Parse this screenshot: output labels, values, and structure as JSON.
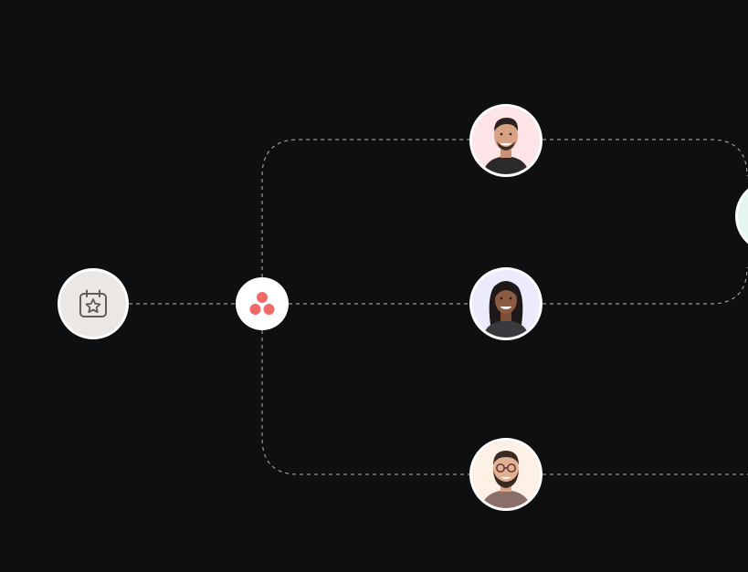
{
  "diagram": {
    "type": "workflow-flow",
    "nodes": [
      {
        "id": "calendar",
        "icon": "calendar-star-icon",
        "color": "#eae7e4"
      },
      {
        "id": "hub",
        "icon": "three-dots-logo-icon",
        "color": "#f06a6a"
      },
      {
        "id": "person-1",
        "icon": "avatar-man-smiling",
        "color": "#fde4e6"
      },
      {
        "id": "person-2",
        "icon": "avatar-woman",
        "color": "#ecebfb"
      },
      {
        "id": "person-3",
        "icon": "avatar-man-glasses-beard",
        "color": "#fdf1e6"
      },
      {
        "id": "offscreen-node",
        "icon": "partial-node",
        "color": "#e4f5ef"
      }
    ],
    "edges": [
      {
        "from": "calendar",
        "to": "hub"
      },
      {
        "from": "hub",
        "to": "person-1"
      },
      {
        "from": "hub",
        "to": "person-2"
      },
      {
        "from": "hub",
        "to": "person-3"
      },
      {
        "from": "person-1",
        "to": "offscreen-node"
      },
      {
        "from": "person-2",
        "to": "offscreen-node"
      },
      {
        "from": "person-3",
        "to": "offscreen"
      }
    ],
    "line_style": "dashed",
    "line_color": "#9a9a9a",
    "background": "#0e0f11"
  }
}
